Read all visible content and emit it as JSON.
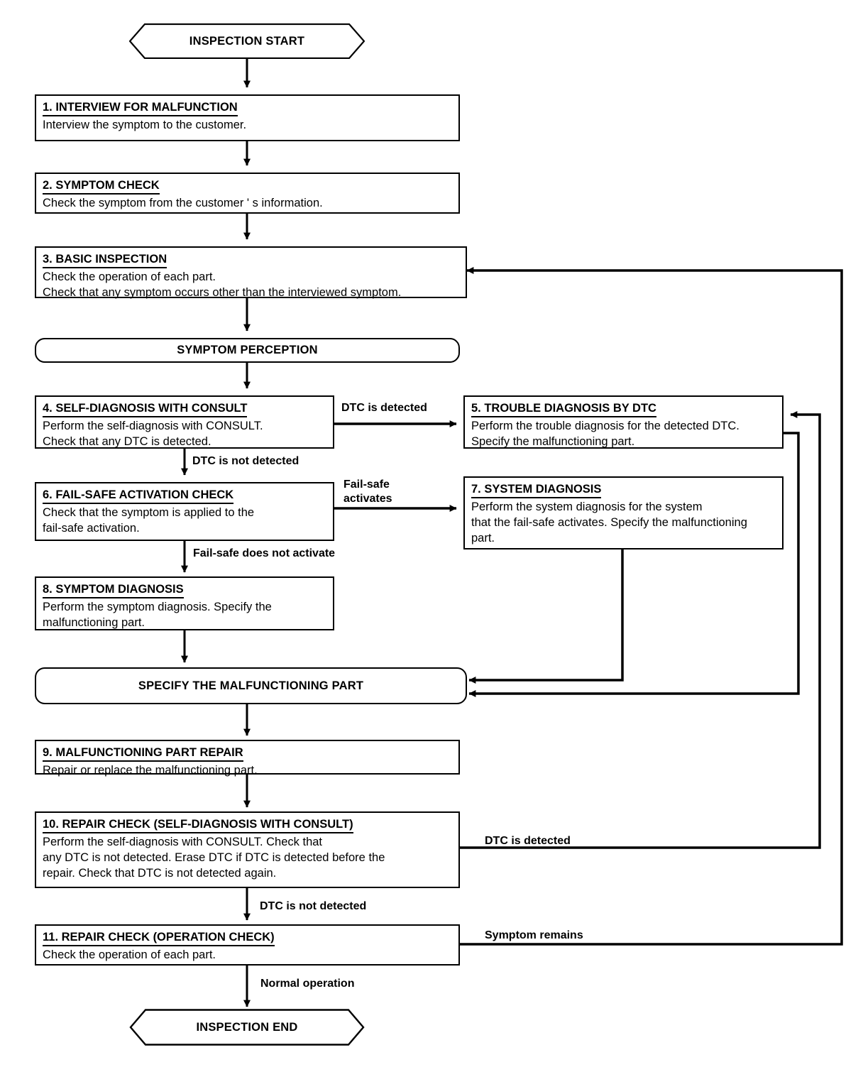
{
  "diagram": {
    "title": "Inspection Work Flow",
    "type": "flowchart",
    "line_color": "#000000",
    "background": "#ffffff"
  },
  "nodes": {
    "start": {
      "label": "INSPECTION START",
      "shape": "hexagon"
    },
    "end": {
      "label": "INSPECTION END",
      "shape": "hexagon"
    },
    "symptom_perception": {
      "label": "SYMPTOM PERCEPTION",
      "shape": "rounded"
    },
    "specify_part": {
      "label": "SPECIFY THE MALFUNCTIONING PART",
      "shape": "rounded"
    },
    "step1": {
      "title": "1. INTERVIEW FOR MALFUNCTION",
      "body": "Interview the symptom to the customer."
    },
    "step2": {
      "title": "2. SYMPTOM CHECK",
      "body": "Check the symptom from the customer ' s information."
    },
    "step3": {
      "title": "3. BASIC INSPECTION",
      "body": "Check the operation of each part.\nCheck that any symptom occurs other than the interviewed symptom."
    },
    "step4": {
      "title": "4. SELF-DIAGNOSIS WITH CONSULT",
      "body": "Perform the self-diagnosis with CONSULT.\nCheck that any DTC is detected."
    },
    "step5": {
      "title": "5. TROUBLE DIAGNOSIS BY DTC",
      "body": "Perform the trouble diagnosis for the detected DTC.\nSpecify the malfunctioning part."
    },
    "step6": {
      "title": "6. FAIL-SAFE ACTIVATION CHECK",
      "body": "Check that the symptom is applied to the\nfail-safe activation."
    },
    "step7": {
      "title": "7. SYSTEM DIAGNOSIS",
      "body": "Perform the system diagnosis for the system\nthat the fail-safe activates. Specify the malfunctioning\npart."
    },
    "step8": {
      "title": "8. SYMPTOM DIAGNOSIS",
      "body": "Perform the symptom diagnosis. Specify the\nmalfunctioning part."
    },
    "step9": {
      "title": "9. MALFUNCTIONING PART REPAIR",
      "body": "Repair or replace the malfunctioning part."
    },
    "step10": {
      "title": "10. REPAIR CHECK (SELF-DIAGNOSIS WITH CONSULT)",
      "body": "Perform the self-diagnosis with CONSULT. Check that\nany DTC is not detected. Erase DTC if DTC is detected before the\nrepair. Check that DTC is not detected again."
    },
    "step11": {
      "title": "11. REPAIR CHECK (OPERATION CHECK)",
      "body": "Check the operation of each part."
    }
  },
  "edge_labels": {
    "dtc_detected_4": "DTC is detected",
    "dtc_not_detected_4": "DTC is not detected",
    "failsafe_activates": "Fail-safe\nactivates",
    "failsafe_not_activate": "Fail-safe does not activate",
    "dtc_detected_10": "DTC is detected",
    "dtc_not_detected_10": "DTC is not detected",
    "symptom_remains": "Symptom remains",
    "normal_operation": "Normal operation"
  }
}
